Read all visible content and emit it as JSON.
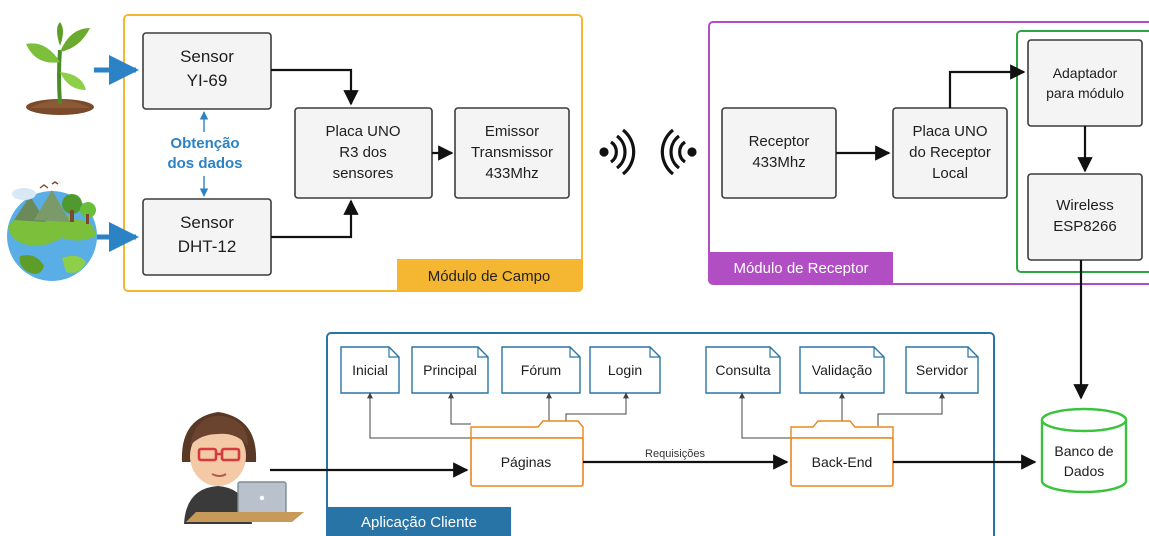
{
  "colors": {
    "campo": "#f5b731",
    "receptor": "#b14ec4",
    "wifi_group": "#2aa642",
    "aplicacao": "#2874a6",
    "arrow_blue": "#2b82c4",
    "database": "#39c43c",
    "folder": "#e8871e"
  },
  "modulo_campo": {
    "tag": "Módulo de Campo",
    "sensor_yi69": [
      "Sensor",
      "YI-69"
    ],
    "sensor_dht12": [
      "Sensor",
      "DHT-12"
    ],
    "obtencao": [
      "Obtenção",
      "dos dados"
    ],
    "placa_uno": [
      "Placa UNO",
      "R3 dos",
      "sensores"
    ],
    "emissor": [
      "Emissor",
      "Transmissor",
      "433Mhz"
    ]
  },
  "modulo_receptor": {
    "tag": "Módulo de Receptor",
    "receptor": [
      "Receptor",
      "433Mhz"
    ],
    "placa_uno": [
      "Placa UNO",
      "do Receptor",
      "Local"
    ],
    "adaptador": [
      "Adaptador",
      "para módulo"
    ],
    "wireless": [
      "Wireless",
      "ESP8266"
    ]
  },
  "aplicacao_cliente": {
    "tag": "Aplicação Cliente",
    "docs": [
      "Inicial",
      "Principal",
      "Fórum",
      "Login",
      "Consulta",
      "Validação",
      "Servidor"
    ],
    "paginas": "Páginas",
    "back_end": "Back-End",
    "requisicoes": "Requisições"
  },
  "banco_de_dados": [
    "Banco de",
    "Dados"
  ],
  "icons": [
    "plant-icon",
    "earth-icon",
    "wireless-emit-icon",
    "wireless-receive-icon",
    "user-laptop-icon",
    "database-icon",
    "folder-icon",
    "document-icon"
  ]
}
